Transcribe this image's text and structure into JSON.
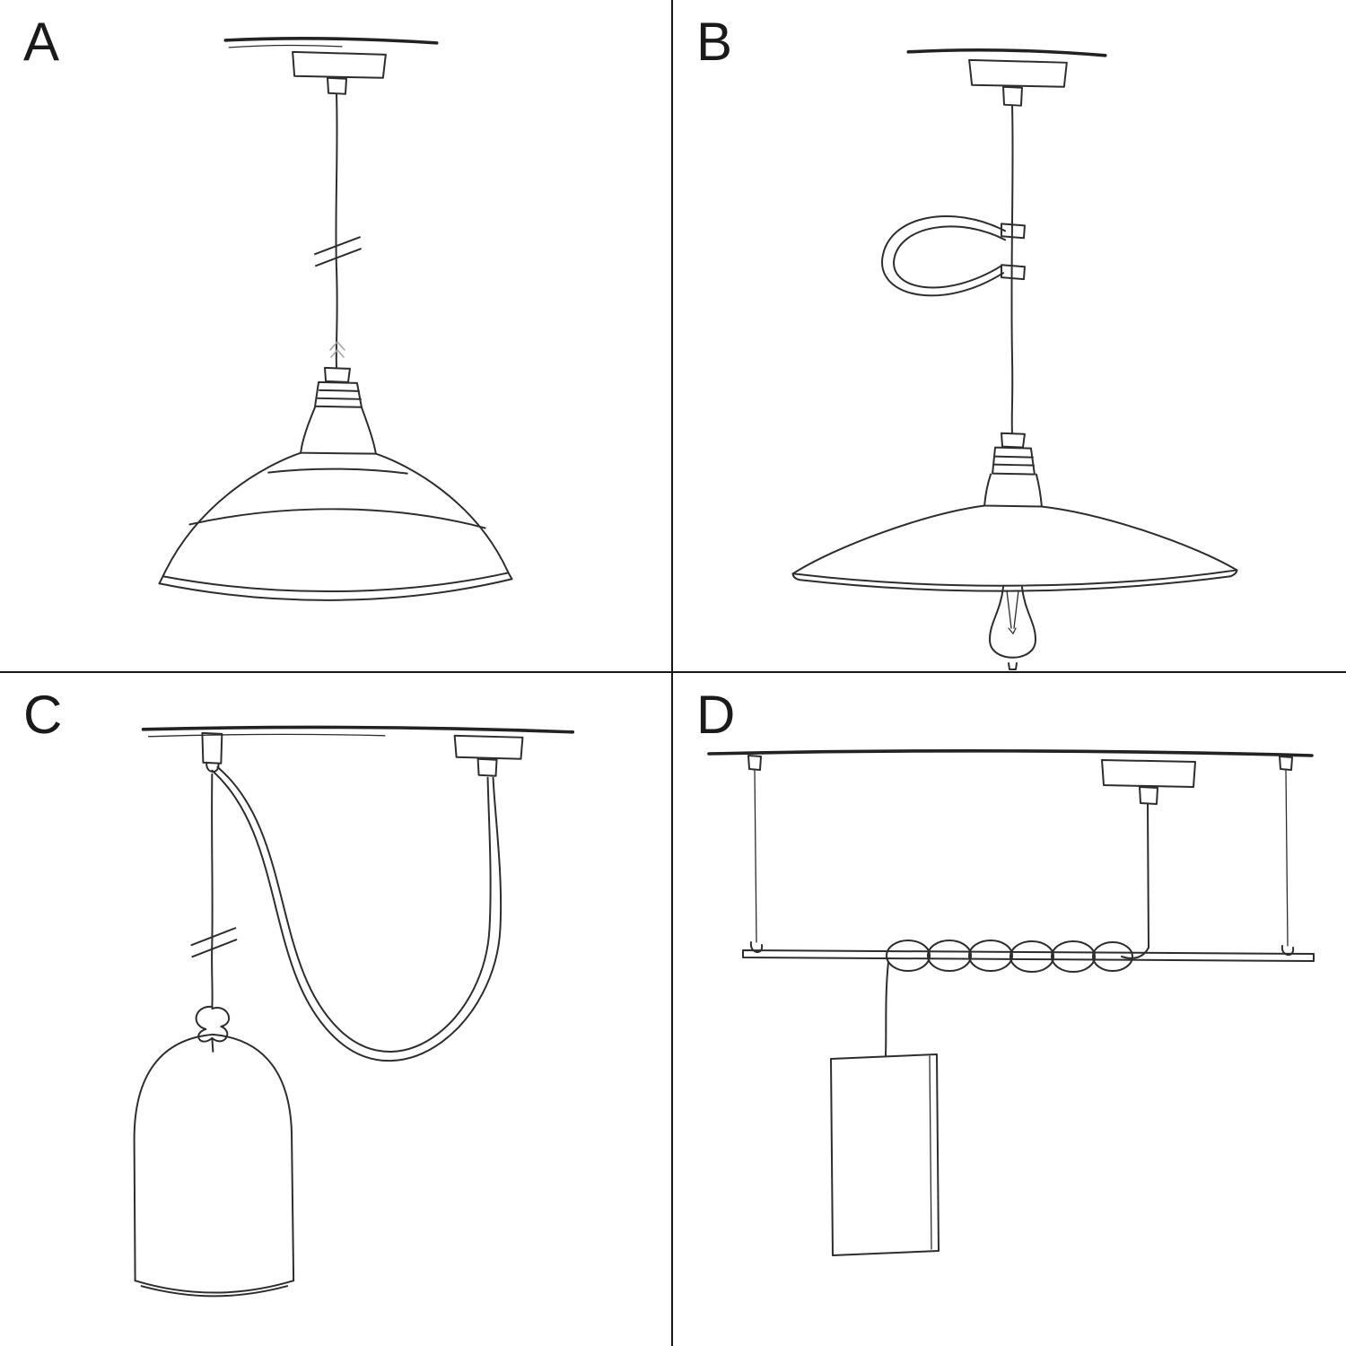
{
  "page": {
    "background_color": "#ffffff",
    "ink_color": "#2d2d2d",
    "divider_color": "#161616",
    "faint_color": "#a6a6a6"
  },
  "panels": [
    {
      "label": "A",
      "sketch_icon": "industrial-shade-pendant-icon"
    },
    {
      "label": "B",
      "sketch_icon": "flat-plate-shade-bulb-pendant-icon"
    },
    {
      "label": "C",
      "sketch_icon": "swag-hook-bell-shade-pendant-icon"
    },
    {
      "label": "D",
      "sketch_icon": "suspended-bar-coiled-cable-tube-pendant-icon"
    }
  ]
}
